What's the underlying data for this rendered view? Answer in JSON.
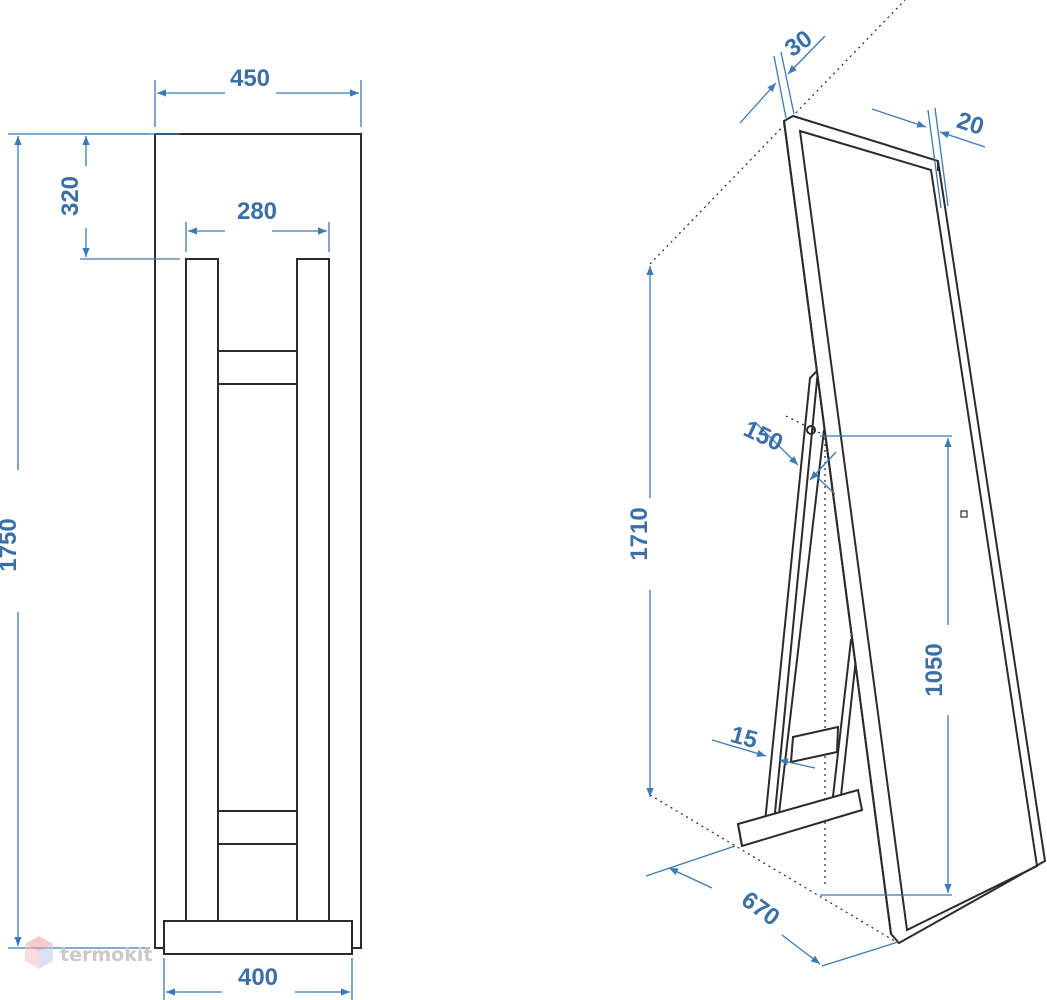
{
  "dimensions": {
    "front_width": "450",
    "top_gap": "320",
    "stand_inner_width": "280",
    "total_height": "1750",
    "base_width": "400",
    "frame_depth": "30",
    "frame_profile": "20",
    "hinge_offset": "150",
    "leg_profile": "15",
    "standing_height": "1710",
    "hinge_height": "1050",
    "footprint_depth": "670"
  },
  "watermark": "termokit",
  "colors": {
    "dimension": "#3a7ab8",
    "outline": "#2b2b2b"
  }
}
